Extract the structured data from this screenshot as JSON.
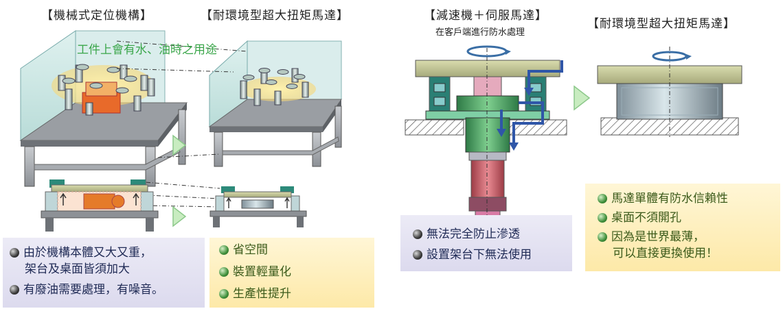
{
  "headings": {
    "mech_title": "【機械式定位機構】",
    "torque_title_1": "【耐環境型超大扭矩馬達】",
    "reducer_title": "【減速機＋伺服馬達】",
    "reducer_subtitle": "在客戶端進行防水處理",
    "torque_title_2": "【耐環境型超大扭矩馬達】",
    "usage_note": "工件上會有水、油時之用途"
  },
  "boxes": {
    "mech_cons": [
      {
        "text": "由於機構本體又大又重，",
        "bullet": true
      },
      {
        "text": "架台及桌面皆須加大",
        "bullet": false
      },
      {
        "text": "有廢油需要處理，有噪音。",
        "bullet": true
      }
    ],
    "torque_pros_1": [
      {
        "text": "省空間"
      },
      {
        "text": "裝置輕量化"
      },
      {
        "text": "生產性提升"
      }
    ],
    "reducer_cons": [
      {
        "text": "無法完全防止滲透"
      },
      {
        "text": "設置架台下無法使用"
      }
    ],
    "torque_pros_2": [
      {
        "text": "馬達單體有防水信賴性",
        "bullet": true
      },
      {
        "text": "桌面不須開孔",
        "bullet": true
      },
      {
        "text": "因為是世界最薄，",
        "bullet": true
      },
      {
        "text": "可以直接更換使用！",
        "bullet": false
      }
    ]
  },
  "colors": {
    "green_text": "#3aa64a",
    "box_lavender": "#e3e1f2",
    "box_yellow": "#fdeeb8",
    "arrow_blue": "#2f56a8",
    "arrow_green": "#c8ecc0"
  }
}
